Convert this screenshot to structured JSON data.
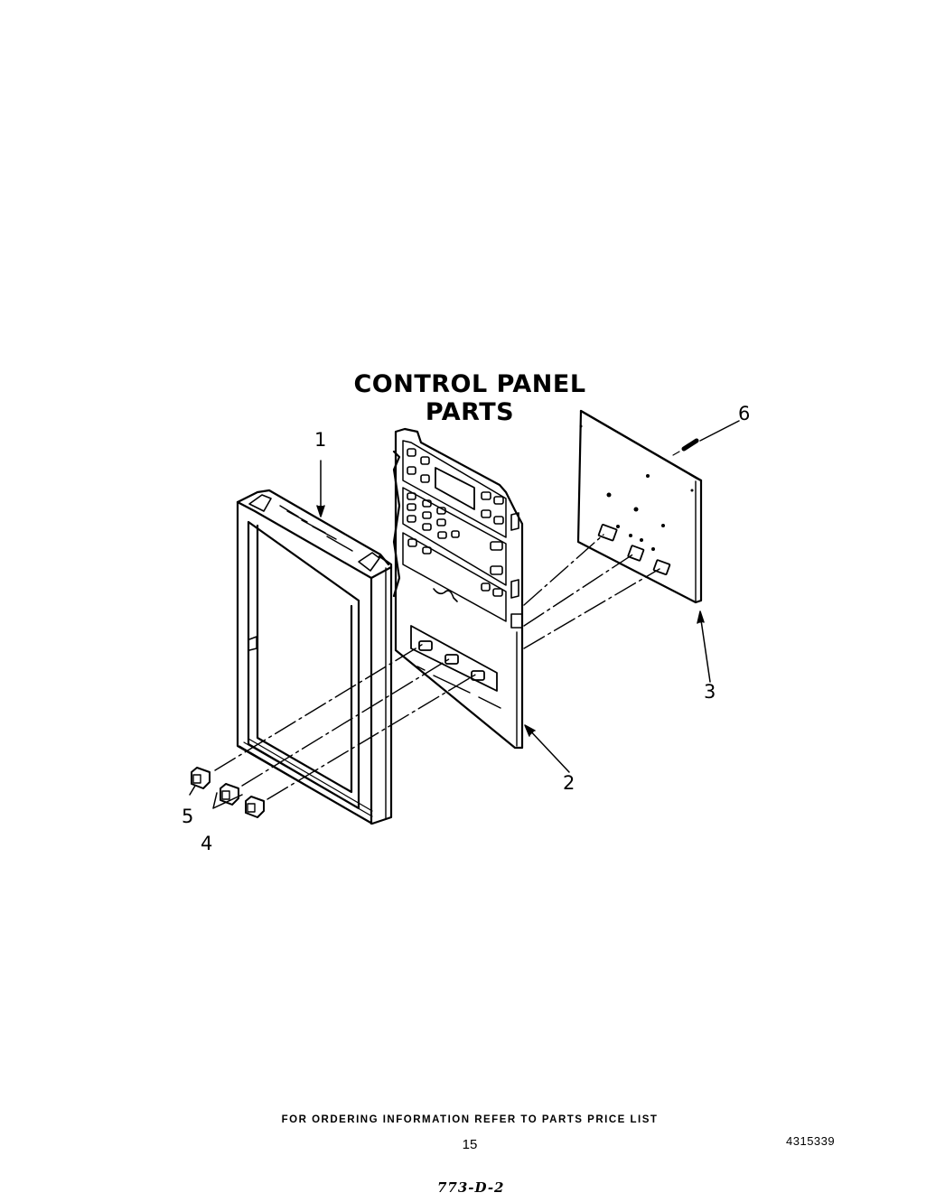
{
  "page": {
    "title": "CONTROL PANEL PARTS",
    "footer_note": "FOR ORDERING INFORMATION REFER TO PARTS PRICE LIST",
    "page_number": "15",
    "document_number": "4315339",
    "handwritten_code": "773-D-2"
  },
  "callouts": [
    {
      "label": "1",
      "part": "frame"
    },
    {
      "label": "2",
      "part": "control-panel"
    },
    {
      "label": "3",
      "part": "circuit-board"
    },
    {
      "label": "4",
      "part": "button"
    },
    {
      "label": "5",
      "part": "button"
    },
    {
      "label": "6",
      "part": "screw"
    }
  ],
  "colors": {
    "line": "#000000",
    "background": "#ffffff"
  }
}
